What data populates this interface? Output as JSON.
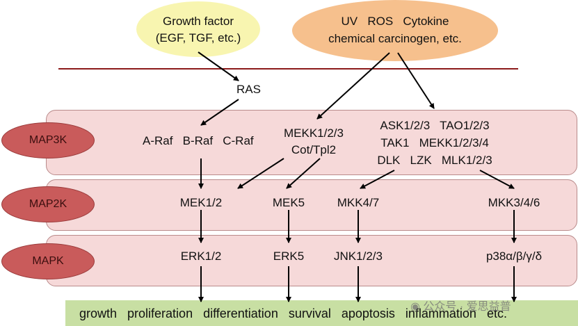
{
  "stimuli": {
    "growth_factor": {
      "line1": "Growth factor",
      "line2": "(EGF, TGF, etc.)"
    },
    "stress": {
      "line1": "UV   ROS   Cytokine",
      "line2": "chemical carcinogen, etc."
    }
  },
  "ras": "RAS",
  "levels": {
    "map3k": "MAP3K",
    "map2k": "MAP2K",
    "mapk": "MAPK"
  },
  "map3k": {
    "raf": "A-Raf   B-Raf   C-Raf",
    "mekk_line1": "MEKK1/2/3",
    "mekk_line2": "Cot/Tpl2",
    "other_line1": "ASK1/2/3   TAO1/2/3",
    "other_line2": "TAK1   MEKK1/2/3/4",
    "other_line3": "DLK   LZK   MLK1/2/3"
  },
  "map2k": {
    "mek12": "MEK1/2",
    "mek5": "MEK5",
    "mkk47": "MKK4/7",
    "mkk346": "MKK3/4/6"
  },
  "mapk": {
    "erk12": "ERK1/2",
    "erk5": "ERK5",
    "jnk": "JNK1/2/3",
    "p38": "p38α/β/γ/δ"
  },
  "outcomes": "growth   proliferation   differentiation   survival   apoptosis   inflammation   etc.",
  "watermark": "公众号 · 爱思益普",
  "colors": {
    "growth_oval": "#f8f5b0",
    "stress_oval": "#f6c08d",
    "band": "#f6d9d9",
    "level_ellipse": "#c95b5b",
    "membrane": "#8b1a1a",
    "outcome_bar": "#c8dfa3"
  }
}
